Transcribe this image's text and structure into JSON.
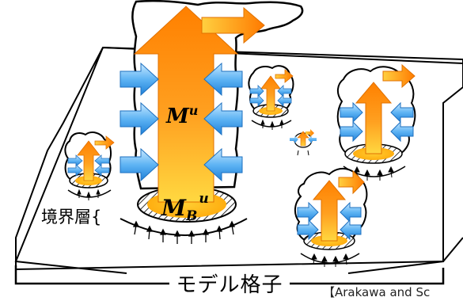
{
  "labels": {
    "model_grid": "モデル格子",
    "boundary_layer": "境界層{",
    "citation": "【Arakawa and Sc",
    "mass_flux_updraft_base": "M",
    "mass_flux_updraft_sup": "u",
    "mass_flux_cloud_base_base": "M",
    "mass_flux_cloud_base_sub": "B",
    "mass_flux_cloud_base_sup": "u"
  },
  "colors": {
    "updraft_arrow_top": "#ff8a00",
    "updraft_arrow_bottom": "#ffd030",
    "entrainment_arrow": "#4aa8f0",
    "detrainment_arrow": "#ff9a10",
    "cloud_outline": "#000000",
    "grid_plane": "#ffffff"
  },
  "icons": {
    "entrainment": "blue-inflow-arrow-icon",
    "detrainment": "orange-outflow-arrow-icon",
    "updraft": "orange-updraft-arrow-icon"
  }
}
